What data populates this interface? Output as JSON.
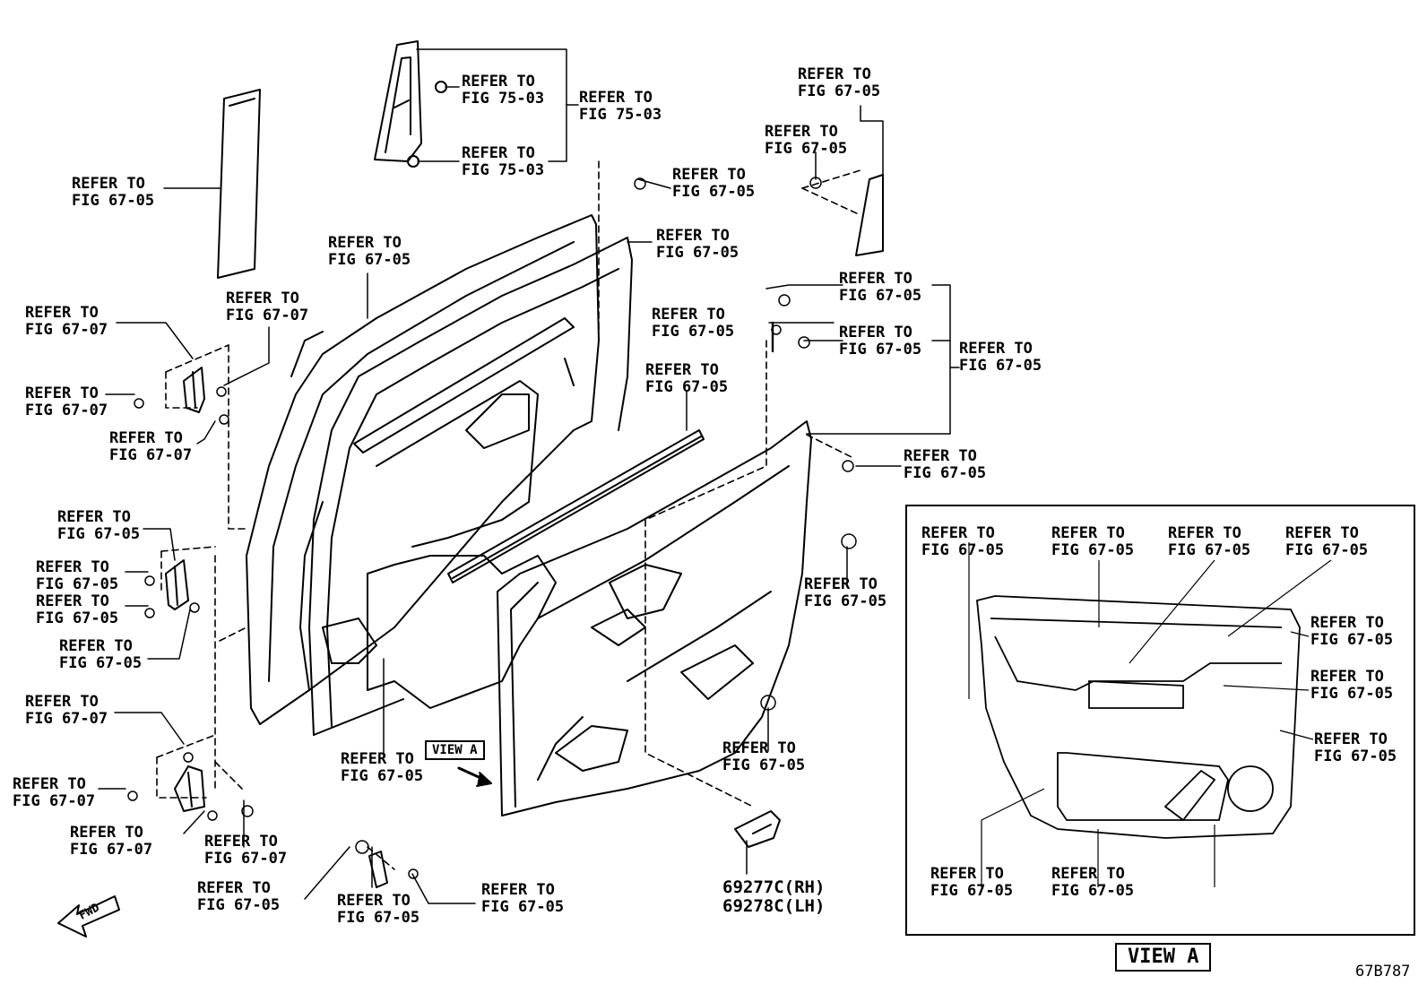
{
  "callouts": [
    {
      "id": "c1",
      "lines": [
        "REFER TO",
        "FIG 67-05"
      ]
    },
    {
      "id": "c2",
      "lines": [
        "REFER TO",
        "FIG 75-03"
      ]
    },
    {
      "id": "c3",
      "lines": [
        "REFER TO",
        "FIG 75-03"
      ]
    },
    {
      "id": "c4",
      "lines": [
        "REFER TO",
        "FIG 75-03"
      ]
    },
    {
      "id": "c5",
      "lines": [
        "REFER TO",
        "FIG 67-05"
      ]
    },
    {
      "id": "c6",
      "lines": [
        "REFER TO",
        "FIG 67-05"
      ]
    },
    {
      "id": "c7",
      "lines": [
        "REFER TO",
        "FIG 67-05"
      ]
    },
    {
      "id": "c8",
      "lines": [
        "REFER TO",
        "FIG 67-05"
      ]
    },
    {
      "id": "c9",
      "lines": [
        "REFER TO",
        "FIG 67-05"
      ]
    },
    {
      "id": "c10",
      "lines": [
        "REFER TO",
        "FIG 67-05"
      ]
    },
    {
      "id": "c11",
      "lines": [
        "REFER TO",
        "FIG 67-05"
      ]
    },
    {
      "id": "c12",
      "lines": [
        "REFER TO",
        "FIG 67-05"
      ]
    },
    {
      "id": "c13",
      "lines": [
        "REFER TO",
        "FIG 67-05"
      ]
    },
    {
      "id": "c14",
      "lines": [
        "REFER TO",
        "FIG 67-05"
      ]
    },
    {
      "id": "c15",
      "lines": [
        "REFER TO",
        "FIG 67-05"
      ]
    },
    {
      "id": "c16",
      "lines": [
        "REFER TO",
        "FIG 67-07"
      ]
    },
    {
      "id": "c17",
      "lines": [
        "REFER TO",
        "FIG 67-07"
      ]
    },
    {
      "id": "c18",
      "lines": [
        "REFER TO",
        "FIG 67-07"
      ]
    },
    {
      "id": "c19",
      "lines": [
        "REFER TO",
        "FIG 67-07"
      ]
    },
    {
      "id": "c20",
      "lines": [
        "REFER TO",
        "FIG 67-05"
      ]
    },
    {
      "id": "c21",
      "lines": [
        "REFER TO",
        "FIG 67-05"
      ]
    },
    {
      "id": "c22",
      "lines": [
        "REFER TO",
        "FIG 67-05"
      ]
    },
    {
      "id": "c23",
      "lines": [
        "REFER TO",
        "FIG 67-05"
      ]
    },
    {
      "id": "c24",
      "lines": [
        "REFER TO",
        "FIG 67-07"
      ]
    },
    {
      "id": "c25",
      "lines": [
        "REFER TO",
        "FIG 67-07"
      ]
    },
    {
      "id": "c26",
      "lines": [
        "REFER TO",
        "FIG 67-07"
      ]
    },
    {
      "id": "c27",
      "lines": [
        "REFER TO",
        "FIG 67-07"
      ]
    },
    {
      "id": "c28",
      "lines": [
        "REFER TO",
        "FIG 67-05"
      ]
    },
    {
      "id": "c29",
      "lines": [
        "REFER TO",
        "FIG 67-05"
      ]
    },
    {
      "id": "c30",
      "lines": [
        "REFER TO",
        "FIG 67-05"
      ]
    },
    {
      "id": "c31",
      "lines": [
        "REFER TO",
        "FIG 67-05"
      ]
    },
    {
      "id": "c32",
      "lines": [
        "REFER TO",
        "FIG 67-05"
      ]
    },
    {
      "id": "c33",
      "lines": [
        "REFER TO",
        "FIG 67-05"
      ]
    },
    {
      "id": "c34",
      "lines": [
        "REFER TO",
        "FIG 67-05"
      ]
    },
    {
      "id": "c35",
      "lines": [
        "REFER TO",
        "FIG 67-05"
      ]
    },
    {
      "id": "c36",
      "lines": [
        "REFER TO",
        "FIG 67-05"
      ]
    },
    {
      "id": "c37",
      "lines": [
        "REFER TO",
        "FIG 67-05"
      ]
    },
    {
      "id": "c38",
      "lines": [
        "REFER TO",
        "FIG 67-05"
      ]
    },
    {
      "id": "c39",
      "lines": [
        "REFER TO",
        "FIG 67-05"
      ]
    },
    {
      "id": "c40",
      "lines": [
        "REFER TO",
        "FIG 67-05"
      ]
    },
    {
      "id": "c41",
      "lines": [
        "REFER TO",
        "FIG 67-05"
      ]
    },
    {
      "id": "c42",
      "lines": [
        "REFER TO",
        "FIG 67-05"
      ]
    }
  ],
  "part_numbers": {
    "rh": "69277C(RH)",
    "lh": "69278C(LH)"
  },
  "view_label_small": "VIEW A",
  "view_label_large": "VIEW A",
  "fwd_label": "FWD",
  "figure_code": "67B787"
}
